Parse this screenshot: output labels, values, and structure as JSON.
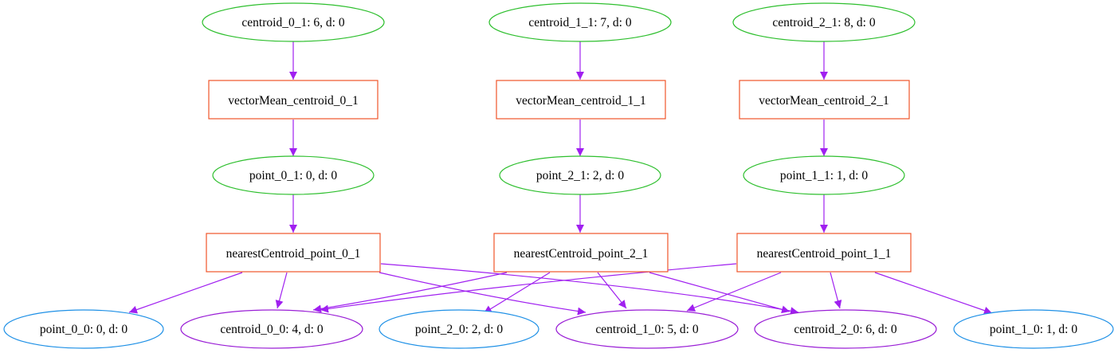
{
  "colors": {
    "green": "#2ebf2e",
    "red": "#f0552a",
    "blue": "#1e90e6",
    "purple": "#9a1fd6",
    "edge": "#a020f0"
  },
  "nodes": {
    "c01": {
      "label": "centroid_0_1: 6, d: 0"
    },
    "c11": {
      "label": "centroid_1_1: 7, d: 0"
    },
    "c21": {
      "label": "centroid_2_1: 8, d: 0"
    },
    "vm0": {
      "label": "vectorMean_centroid_0_1"
    },
    "vm1": {
      "label": "vectorMean_centroid_1_1"
    },
    "vm2": {
      "label": "vectorMean_centroid_2_1"
    },
    "p01": {
      "label": "point_0_1: 0, d: 0"
    },
    "p21": {
      "label": "point_2_1: 2, d: 0"
    },
    "p11": {
      "label": "point_1_1: 1, d: 0"
    },
    "nc0": {
      "label": "nearestCentroid_point_0_1"
    },
    "nc2": {
      "label": "nearestCentroid_point_2_1"
    },
    "nc1": {
      "label": "nearestCentroid_point_1_1"
    },
    "p00": {
      "label": "point_0_0: 0, d: 0"
    },
    "c00": {
      "label": "centroid_0_0: 4, d: 0"
    },
    "p20": {
      "label": "point_2_0: 2, d: 0"
    },
    "c10": {
      "label": "centroid_1_0: 5, d: 0"
    },
    "c20": {
      "label": "centroid_2_0: 6, d: 0"
    },
    "p10": {
      "label": "point_1_0: 1, d: 0"
    }
  }
}
